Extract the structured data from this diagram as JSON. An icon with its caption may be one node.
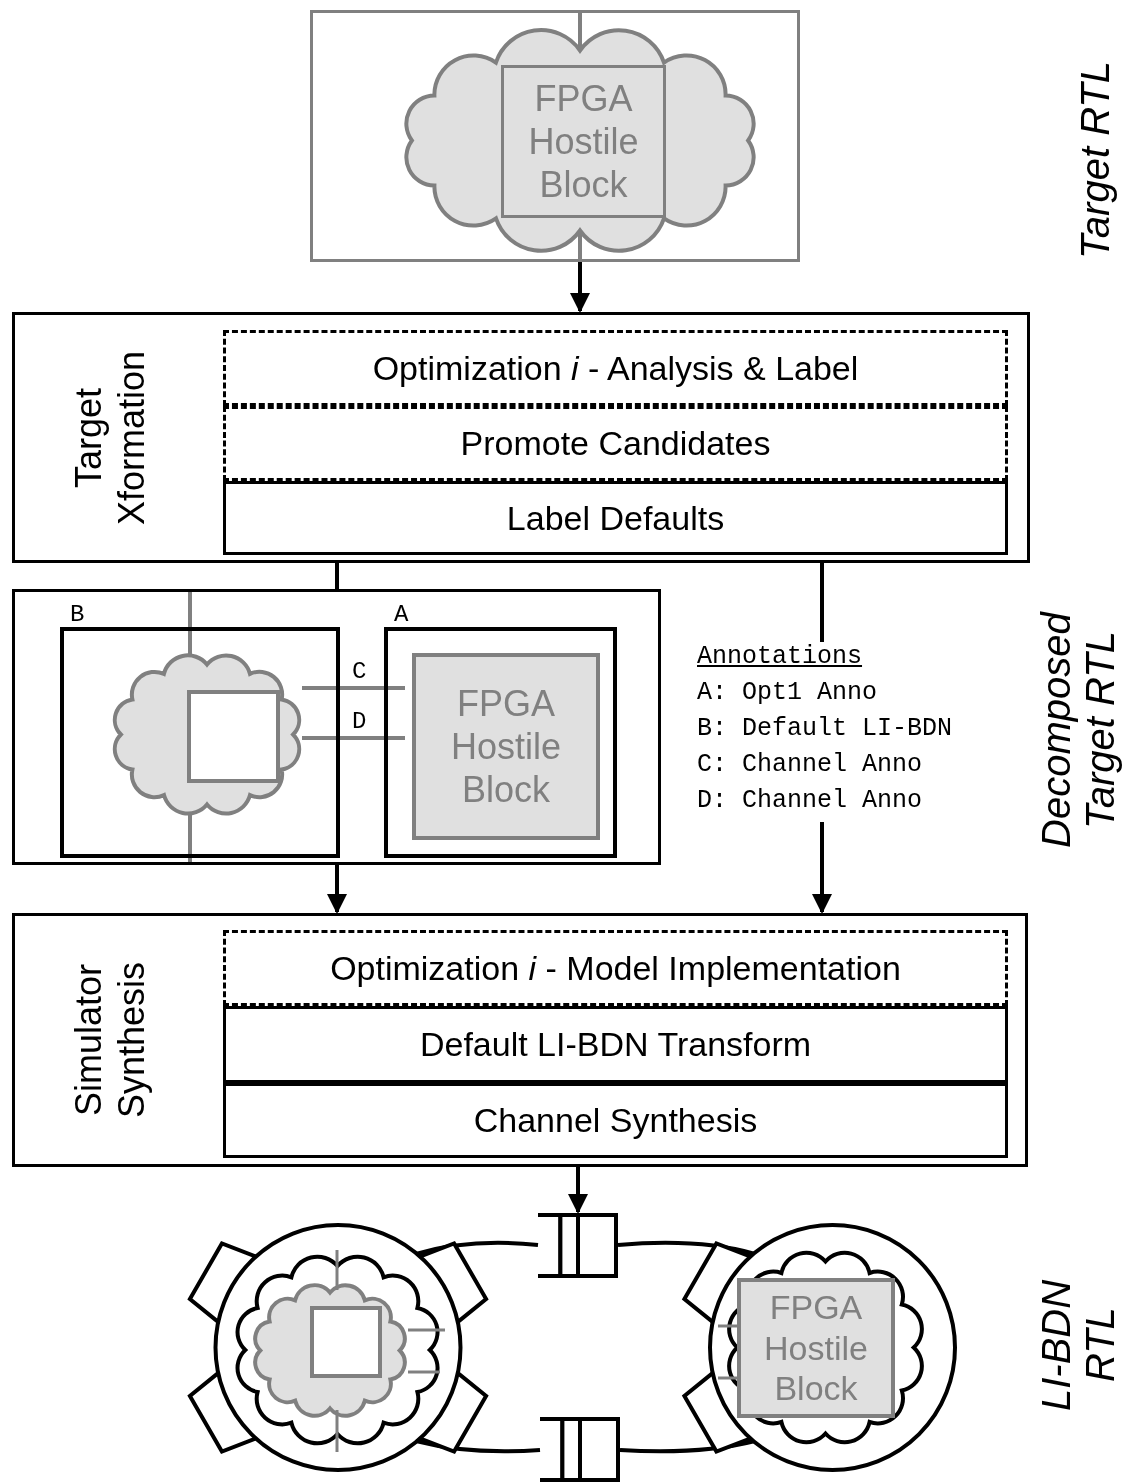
{
  "diagram": {
    "nodes": [
      {
        "text": [],
        "shape": "box"
      },
      {
        "text": [],
        "shape": "cloud",
        "in": 0
      },
      {
        "text": [
          "FPGA Hostile Block"
        ],
        "in": 1
      },
      {
        "text": [
          "Target Xformation"
        ]
      },
      {
        "text": [
          "Optimization *i* - Analysis & Label"
        ],
        "in": 3
      },
      {
        "text": [
          "Promote Candidates"
        ],
        "in": 3
      },
      {
        "text": [
          "Label Defaults"
        ],
        "in": 3
      },
      {
        "text": [],
        "shape": "box"
      },
      {
        "text": [
          "B"
        ],
        "in": 7
      },
      {
        "text": [],
        "shape": "cloud",
        "in": 8
      },
      {
        "text": [],
        "shape": "box",
        "in": 9
      },
      {
        "text": [
          "A"
        ],
        "in": 7
      },
      {
        "text": [
          "FPGA Hostile Block"
        ],
        "in": 11
      },
      {
        "text": [
          "Annotations",
          "A: Opt1 Anno",
          "B: Default LI-BDN",
          "C: Channel Anno",
          "D: Channel Anno"
        ]
      },
      {
        "text": [
          "Simulator Synthesis"
        ]
      },
      {
        "text": [
          "Optimization *i* - Model Implementation"
        ],
        "in": 14
      },
      {
        "text": [
          "Default LI-BDN Transform"
        ],
        "in": 14
      },
      {
        "text": [
          "Channel Synthesis"
        ],
        "in": 14
      },
      {
        "text": [],
        "shape": "box"
      },
      {
        "text": [],
        "shape": "circle"
      },
      {
        "text": [],
        "shape": "cloud",
        "in": 19
      },
      {
        "text": [],
        "shape": "cloud",
        "in": 20
      },
      {
        "text": [],
        "shape": "box",
        "in": 21
      },
      {
        "text": [],
        "shape": "circle"
      },
      {
        "text": [],
        "shape": "cloud",
        "in": 23
      },
      {
        "text": [
          "FPGA Hostile Block"
        ],
        "in": 24
      },
      {
        "text": [],
        "shape": "box"
      }
    ],
    "edges": [
      {
        "from": 0,
        "to": 3,
        "arrow": "to"
      },
      {
        "from": 3,
        "to": 7,
        "arrow": "none"
      },
      {
        "from": 3,
        "to": 13,
        "arrow": "none"
      },
      {
        "from": 7,
        "to": 14,
        "arrow": "to"
      },
      {
        "from": 13,
        "to": 14,
        "arrow": "to"
      },
      {
        "from": 9,
        "to": 12,
        "arrow": "none",
        "label": "C",
        "color": "#808080"
      },
      {
        "from": 9,
        "to": 12,
        "arrow": "none",
        "label": "D",
        "color": "#808080"
      },
      {
        "from": 14,
        "to": 18,
        "arrow": "to"
      },
      {
        "from": 18,
        "to": 19,
        "arrow": "none"
      },
      {
        "from": 18,
        "to": 23,
        "arrow": "none"
      },
      {
        "from": 19,
        "to": 26,
        "arrow": "none"
      },
      {
        "from": 23,
        "to": 26,
        "arrow": "none"
      }
    ],
    "labels": [
      "Target RTL",
      "Decomposed Target RTL",
      "LI-BDN RTL"
    ]
  }
}
